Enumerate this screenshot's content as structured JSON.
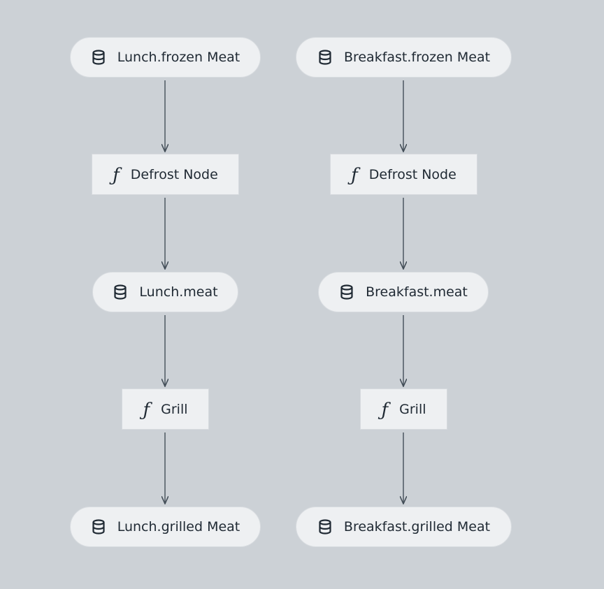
{
  "pipelines": [
    {
      "source": {
        "label": "Lunch.frozen Meat",
        "icon": "database-icon"
      },
      "defrost": {
        "label": "Defrost Node",
        "icon": "function-icon",
        "glyph": "ƒ"
      },
      "intermediate": {
        "label": "Lunch.meat",
        "icon": "database-icon"
      },
      "grill": {
        "label": "Grill",
        "icon": "function-icon",
        "glyph": "ƒ"
      },
      "output": {
        "label": "Lunch.grilled Meat",
        "icon": "database-icon"
      }
    },
    {
      "source": {
        "label": "Breakfast.frozen Meat",
        "icon": "database-icon"
      },
      "defrost": {
        "label": "Defrost Node",
        "icon": "function-icon",
        "glyph": "ƒ"
      },
      "intermediate": {
        "label": "Breakfast.meat",
        "icon": "database-icon"
      },
      "grill": {
        "label": "Grill",
        "icon": "function-icon",
        "glyph": "ƒ"
      },
      "output": {
        "label": "Breakfast.grilled Meat",
        "icon": "database-icon"
      }
    }
  ],
  "colors": {
    "background": "#ccd1d6",
    "node_fill": "#eef0f2",
    "text": "#1f2933",
    "edge": "#434e58"
  }
}
